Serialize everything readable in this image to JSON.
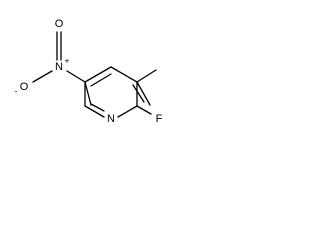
{
  "molecule": {
    "atoms": {
      "ring_nitrogen": "N",
      "fluorine": "F",
      "nitro_nitrogen": "N",
      "nitro_nitrogen_charge": "+",
      "nitro_oxygen_top": "O",
      "nitro_oxygen_left": "O",
      "nitro_oxygen_left_charge": "-"
    },
    "substituents": [
      "2-fluoro",
      "3-methyl",
      "5-nitro"
    ],
    "ring": "pyridine",
    "colors": {
      "bond": "#000000",
      "text": "#000000",
      "background": "#ffffff"
    }
  }
}
